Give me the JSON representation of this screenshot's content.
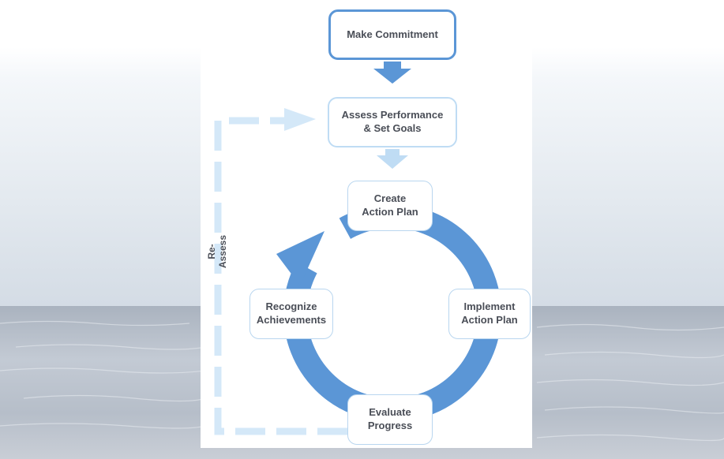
{
  "diagram": {
    "nodes": {
      "make_commitment": "Make Commitment",
      "assess": "Assess Performance\n& Set Goals",
      "create": "Create\nAction Plan",
      "implement": "Implement\nAction Plan",
      "evaluate": "Evaluate\nProgress",
      "recognize": "Recognize\nAchievements"
    },
    "loop_label": "Re-Assess"
  },
  "colors": {
    "accent": "#5b96d6",
    "light_accent": "#bfdcf4",
    "text": "#4a4e57"
  }
}
